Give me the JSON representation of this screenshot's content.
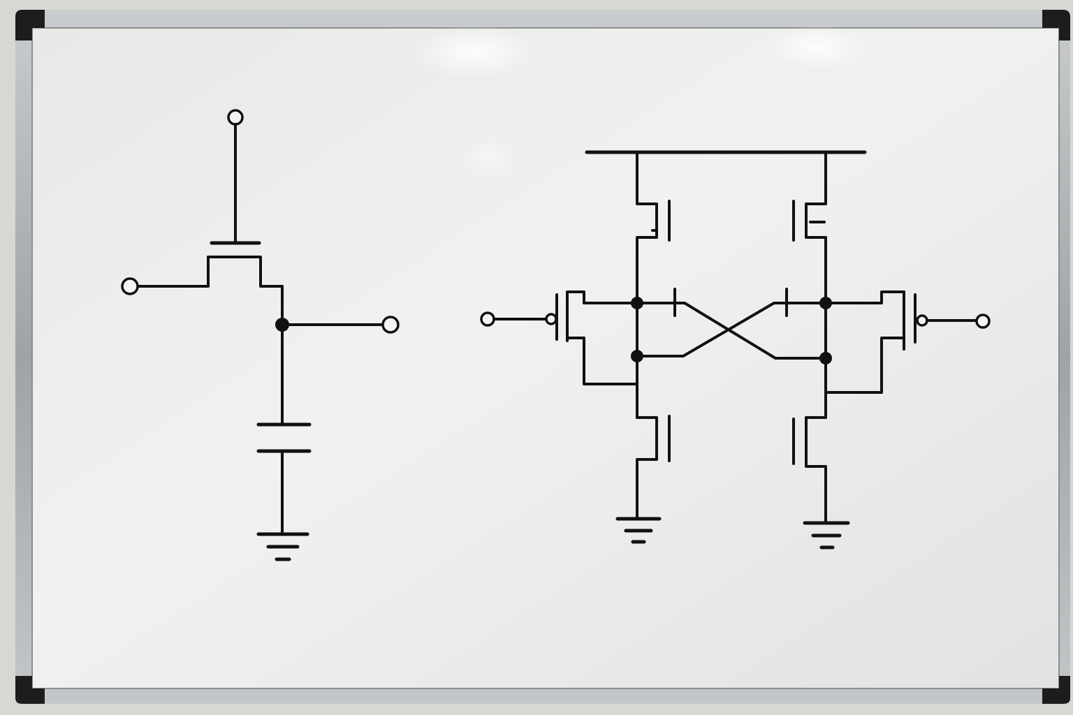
{
  "colors": {
    "wall": "#d9d7d2",
    "frame": "#a9adb1",
    "board": "#eeeeec",
    "ink": "#111111",
    "corner": "#1d1d1d"
  },
  "diagrams": [
    {
      "name": "dram-cell",
      "components": [
        "nmos-access-transistor",
        "storage-capacitor",
        "ground"
      ]
    },
    {
      "name": "sram-cell",
      "components": [
        "pmos-pullup-left",
        "pmos-pullup-right",
        "nmos-pulldown-left",
        "nmos-pulldown-right",
        "access-transistor-left",
        "access-transistor-right",
        "ground",
        "ground"
      ]
    }
  ]
}
